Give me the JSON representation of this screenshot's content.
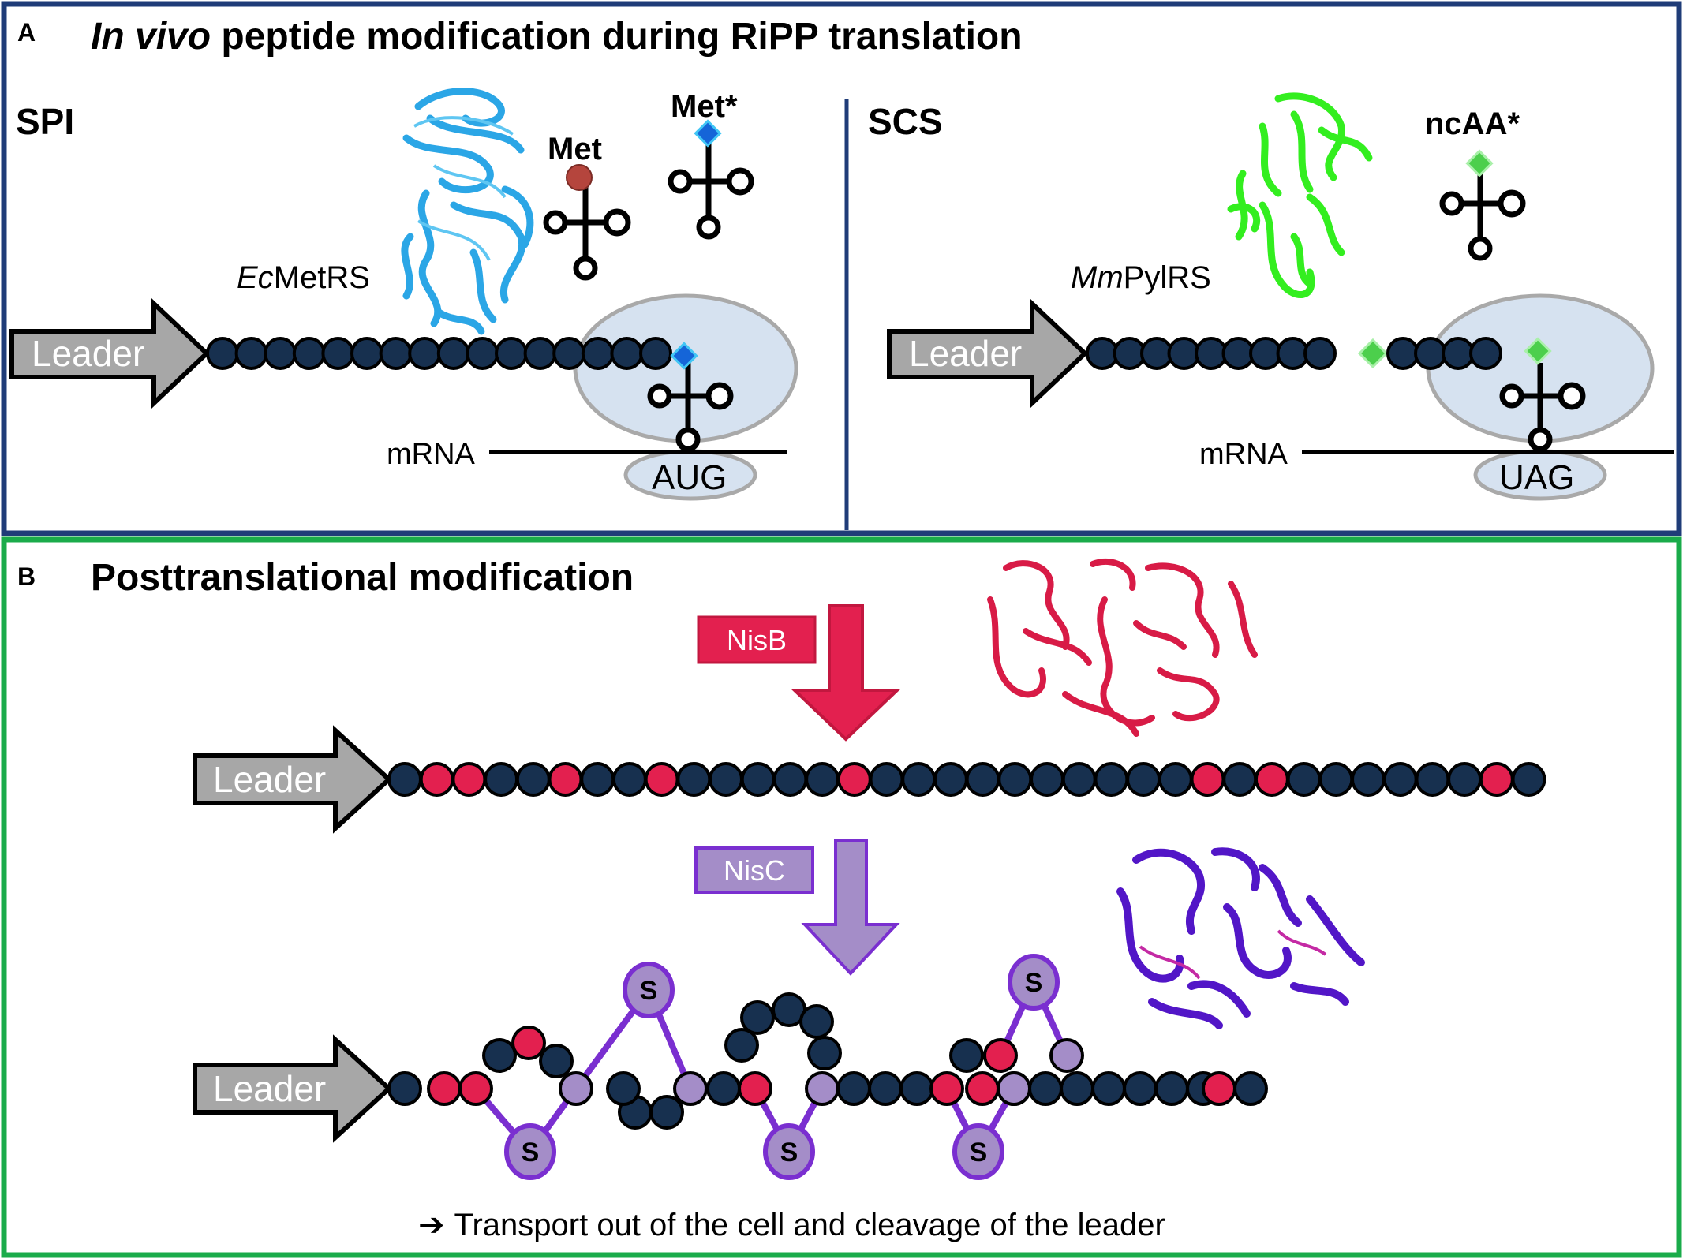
{
  "panel_a": {
    "letter": "A",
    "title_italic": "In vivo",
    "title_rest": " peptide modification during RiPP translation",
    "spi": {
      "label": "SPI",
      "enzyme_prefix": "Ec",
      "enzyme_suffix": "MetRS",
      "met_label": "Met",
      "met_star_label": "Met*",
      "leader": "Leader",
      "mrna": "mRNA",
      "codon": "AUG"
    },
    "scs": {
      "label": "SCS",
      "enzyme_prefix": "Mm",
      "enzyme_suffix": "PylRS",
      "ncaa_label": "ncAA*",
      "leader": "Leader",
      "mrna": "mRNA",
      "codon": "UAG"
    }
  },
  "panel_b": {
    "letter": "B",
    "title": "Posttranslational modification",
    "nisb": "NisB",
    "nisc": "NisC",
    "leader_1": "Leader",
    "leader_2": "Leader",
    "sulfur": "S",
    "footer_arrow": "➔",
    "footer": "Transport out of the cell and cleavage of the leader"
  },
  "colors": {
    "panel_a_border": "#1f3c78",
    "panel_b_border": "#1aab4a",
    "residue": "#17304f",
    "met": "#b5453d",
    "met_star": "#1565d8",
    "ncaa": "#4ccf4c",
    "nisb": "#e3204f",
    "nisc": "#a48dc8",
    "lanthionine": "#7a2fd0",
    "ribosome": "#d6e2f0",
    "ecmetrs": "#2ba6e6",
    "mmpylrs": "#33ee1f",
    "nisb_protein": "#d81b46",
    "nisc_protein": "#5216c7"
  }
}
